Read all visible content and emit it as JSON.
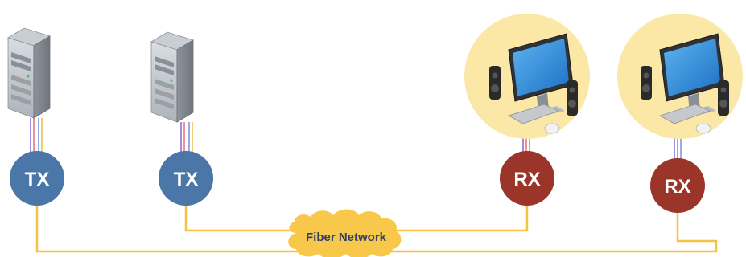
{
  "diagram": {
    "transmitters": [
      {
        "label": "TX"
      },
      {
        "label": "TX"
      }
    ],
    "receivers": [
      {
        "label": "RX"
      },
      {
        "label": "RX"
      }
    ],
    "network": {
      "label": "Fiber Network"
    }
  },
  "colors": {
    "tx": "#4a76a8",
    "rx": "#9b3429",
    "fiber": "#f5c242",
    "cloud": "#f7c84a",
    "workstation_bg": "#fce8a6"
  }
}
